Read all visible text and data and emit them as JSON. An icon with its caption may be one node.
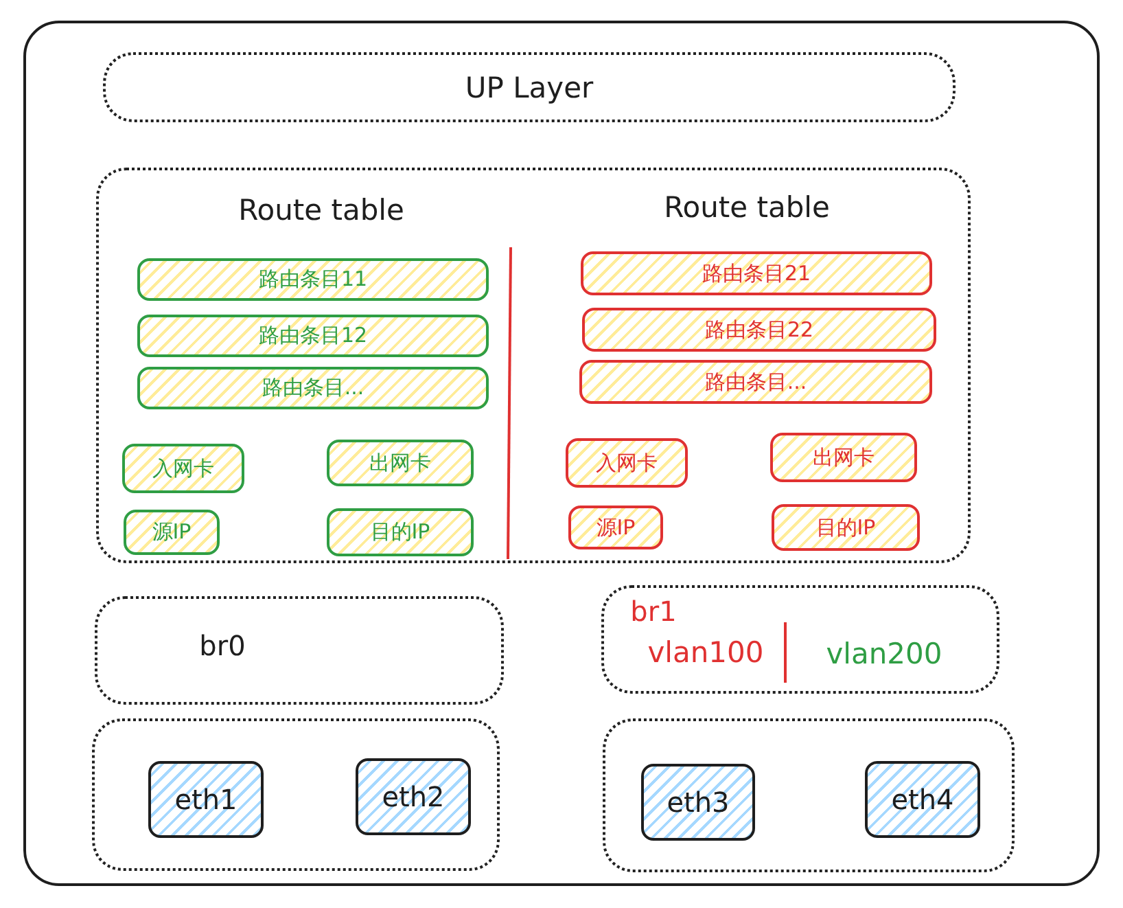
{
  "diagram": {
    "nodes": [
      {
        "text": [],
        "shape": "box"
      },
      {
        "text": [
          "UP Layer"
        ],
        "in": 0
      },
      {
        "text": [
          "Route table",
          "Route table"
        ],
        "in": 0
      },
      {
        "text": [
          "路由条目11"
        ],
        "in": 2
      },
      {
        "text": [
          "路由条目12"
        ],
        "in": 2
      },
      {
        "text": [
          "路由条目..."
        ],
        "in": 2
      },
      {
        "text": [
          "入网卡"
        ],
        "in": 2
      },
      {
        "text": [
          "出网卡"
        ],
        "in": 2
      },
      {
        "text": [
          "源IP"
        ],
        "in": 2
      },
      {
        "text": [
          "目的IP"
        ],
        "in": 2
      },
      {
        "text": [
          "路由条目21"
        ],
        "in": 2
      },
      {
        "text": [
          "路由条目22"
        ],
        "in": 2
      },
      {
        "text": [
          "路由条目..."
        ],
        "in": 2
      },
      {
        "text": [
          "入网卡"
        ],
        "in": 2
      },
      {
        "text": [
          "出网卡"
        ],
        "in": 2
      },
      {
        "text": [
          "源IP"
        ],
        "in": 2
      },
      {
        "text": [
          "目的IP"
        ],
        "in": 2
      },
      {
        "text": [
          "br0"
        ],
        "in": 0
      },
      {
        "text": [
          "br1",
          "vlan100",
          "vlan200"
        ],
        "in": 0
      },
      {
        "text": [],
        "shape": "box",
        "in": 0
      },
      {
        "text": [
          "eth1"
        ],
        "in": 19
      },
      {
        "text": [
          "eth2"
        ],
        "in": 19
      },
      {
        "text": [],
        "shape": "box",
        "in": 0
      },
      {
        "text": [
          "eth3"
        ],
        "in": 22
      },
      {
        "text": [
          "eth4"
        ],
        "in": 22
      }
    ]
  }
}
